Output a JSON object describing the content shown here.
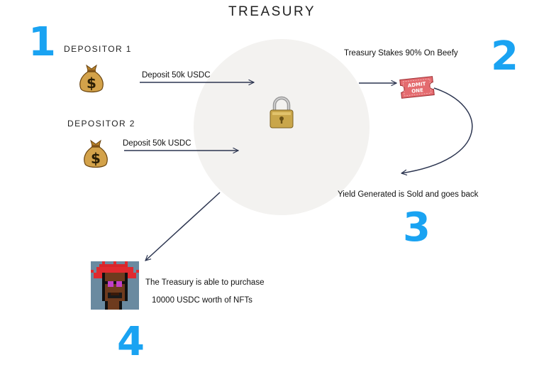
{
  "title": "TREASURY",
  "steps": [
    "1",
    "2",
    "3",
    "4"
  ],
  "depositors": [
    {
      "label": "DEPOSITOR 1",
      "action": "Deposit 50k USDC",
      "icon": "money-bag-icon"
    },
    {
      "label": "DEPOSITOR 2",
      "action": "Deposit 50k USDC",
      "icon": "money-bag-icon"
    }
  ],
  "vault": {
    "icon": "padlock-icon"
  },
  "staking": {
    "text": "Treasury Stakes 90% On Beefy",
    "icon": "admit-one-ticket-icon",
    "ticket_line1": "ADMIT",
    "ticket_line2": "ONE"
  },
  "yield": {
    "text": "Yield Generated is Sold and goes back"
  },
  "purchase": {
    "line1": "The Treasury is able to purchase",
    "line2": "10000 USDC worth of NFTs",
    "icon": "punk-avatar-nft"
  },
  "colors": {
    "accent": "#1aa3f2",
    "arrow": "#2c3550",
    "circle": "#f3f2f0"
  }
}
